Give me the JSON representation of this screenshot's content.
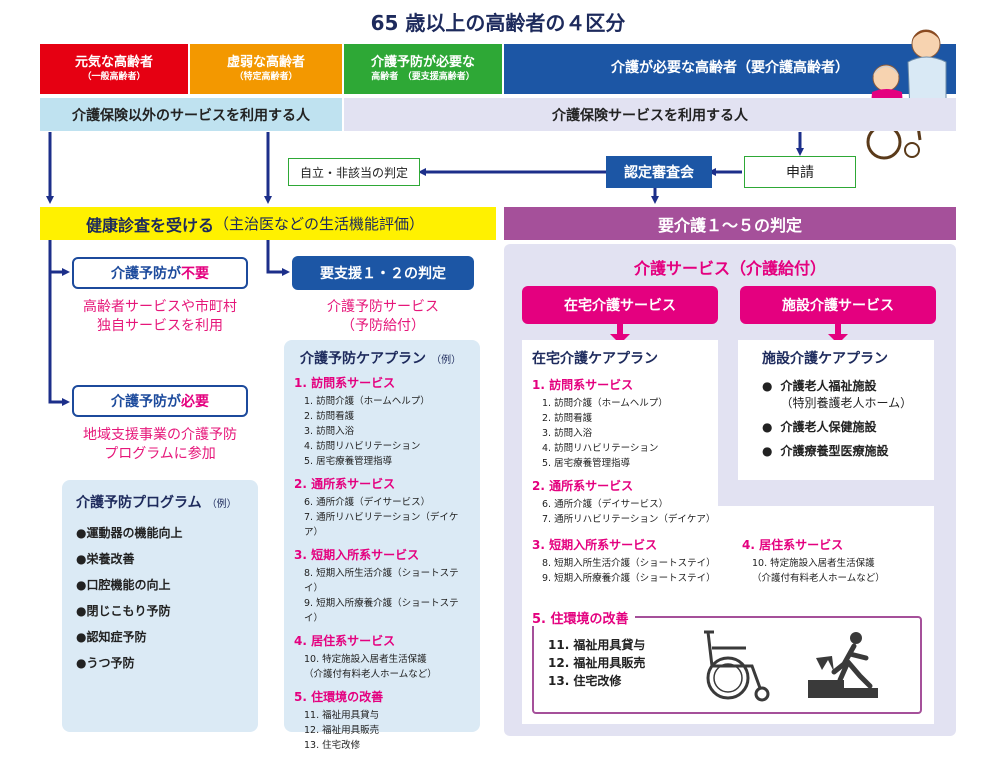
{
  "title": "65 歳以上の高齢者の４区分",
  "categories": [
    {
      "line1": "元気な高齢者",
      "line2": "（一般高齢者）",
      "color": "#e60012"
    },
    {
      "line1": "虚弱な高齢者",
      "line2": "（特定高齢者）",
      "color": "#f39800"
    },
    {
      "line1": "介護予防が必要な",
      "line2": "高齢者　（要支援高齢者）",
      "color": "#2ea836"
    },
    {
      "line1": "介護が必要な高齢者（要介護高齢者）",
      "line2": "",
      "color": "#1c56a5"
    }
  ],
  "band_left": "介護保険以外のサービスを利用する人",
  "band_right": "介護保険サービスを利用する人",
  "jiritsu": "自立・非該当の判定",
  "nintei": "認定審査会",
  "shinsei": "申請",
  "kenko_bold": "健康診査を受ける",
  "kenko_rest": "（主治医などの生活機能評価）",
  "yokaigo_judge": "要介護１～５の判定",
  "fuyo_a": "介護予防が",
  "fuyo_b": "不要",
  "fuyo_desc1": "高齢者サービスや市町村",
  "fuyo_desc2": "独自サービスを利用",
  "hitsuyo_a": "介護予防が",
  "hitsuyo_b": "必要",
  "hitsuyo_desc1": "地域支援事業の介護予防",
  "hitsuyo_desc2": "プログラムに参加",
  "yoshien": "要支援１・２の判定",
  "yobou_service1": "介護予防サービス",
  "yobou_service2": "（予防給付）",
  "program": {
    "title": "介護予防プログラム",
    "ex": "（例）",
    "items": [
      "●運動器の機能向上",
      "●栄養改善",
      "●口腔機能の向上",
      "●閉じこもり予防",
      "●認知症予防",
      "●うつ予防"
    ]
  },
  "yobou_plan": {
    "title": "介護予防ケアプラン",
    "ex": "（例）",
    "sections": [
      {
        "head": "1. 訪問系サービス",
        "items": [
          "1. 訪問介護（ホームヘルプ）",
          "2. 訪問看護",
          "3. 訪問入浴",
          "4. 訪問リハビリテーション",
          "5. 居宅療養管理指導"
        ]
      },
      {
        "head": "2. 通所系サービス",
        "items": [
          "6. 通所介護（デイサービス）",
          "7. 通所リハビリテーション（デイケア）"
        ]
      },
      {
        "head": "3. 短期入所系サービス",
        "items": [
          "8. 短期入所生活介護（ショートステイ）",
          "9. 短期入所療養介護（ショートステイ）"
        ]
      },
      {
        "head": "4. 居住系サービス",
        "items": [
          "10. 特定施設入居者生活保護",
          "（介護付有料老人ホームなど）"
        ]
      },
      {
        "head": "5. 住環境の改善",
        "items": [
          "11. 福祉用具貸与",
          "12. 福祉用具販売",
          "13. 住宅改修"
        ]
      }
    ]
  },
  "kaigo_service_title": "介護サービス（介護給付）",
  "zaitaku_btn": "在宅介護サービス",
  "shisetsu_btn": "施設介護サービス",
  "zaitaku_plan": {
    "title": "在宅介護ケアプラン",
    "s1": {
      "head": "1. 訪問系サービス",
      "items": [
        "1. 訪問介護（ホームヘルプ）",
        "2. 訪問看護",
        "3. 訪問入浴",
        "4. 訪問リハビリテーション",
        "5. 居宅療養管理指導"
      ]
    },
    "s2": {
      "head": "2. 通所系サービス",
      "items": [
        "6. 通所介護（デイサービス）",
        "7. 通所リハビリテーション（デイケア）"
      ]
    },
    "s3": {
      "head": "3. 短期入所系サービス",
      "items": [
        "8. 短期入所生活介護（ショートステイ）",
        "9. 短期入所療養介護（ショートステイ）"
      ]
    },
    "s4": {
      "head": "4. 居住系サービス",
      "items": [
        "10. 特定施設入居者生活保護",
        "（介護付有料老人ホームなど）"
      ]
    },
    "s5": {
      "head": "5. 住環境の改善",
      "items": [
        "11. 福祉用具貸与",
        "12. 福祉用具販売",
        "13. 住宅改修"
      ]
    }
  },
  "shisetsu_plan": {
    "title": "施設介護ケアプラン",
    "items": [
      "介護老人福祉施設",
      "（特別養護老人ホーム）",
      "介護老人保健施設",
      "介護療養型医療施設"
    ]
  }
}
